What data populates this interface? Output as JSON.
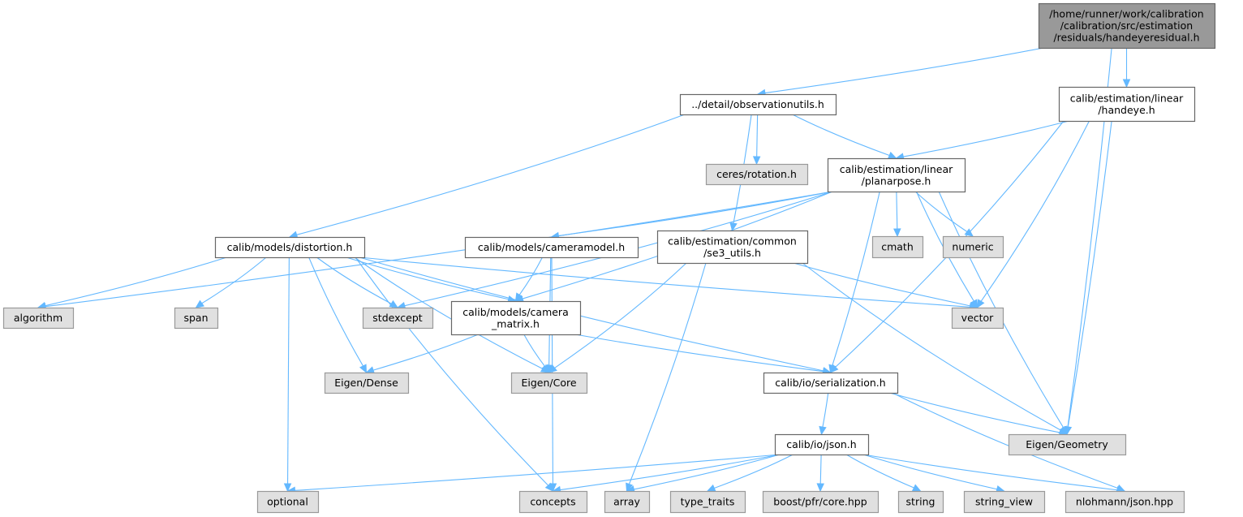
{
  "graph": {
    "nodes": [
      {
        "id": "root",
        "kind": "root",
        "lines": [
          "/home/runner/work/calibration",
          "/calibration/src/estimation",
          "/residuals/handeyeresidual.h"
        ]
      },
      {
        "id": "obs",
        "kind": "plain",
        "lines": [
          "../detail/observationutils.h"
        ]
      },
      {
        "id": "handeye",
        "kind": "plain",
        "lines": [
          "calib/estimation/linear",
          "/handeye.h"
        ]
      },
      {
        "id": "ceres",
        "kind": "sys",
        "lines": [
          "ceres/rotation.h"
        ]
      },
      {
        "id": "planar",
        "kind": "plain",
        "lines": [
          "calib/estimation/linear",
          "/planarpose.h"
        ]
      },
      {
        "id": "distortion",
        "kind": "plain",
        "lines": [
          "calib/models/distortion.h"
        ]
      },
      {
        "id": "cammodel",
        "kind": "plain",
        "lines": [
          "calib/models/cameramodel.h"
        ]
      },
      {
        "id": "se3",
        "kind": "plain",
        "lines": [
          "calib/estimation/common",
          "/se3_utils.h"
        ]
      },
      {
        "id": "cmath",
        "kind": "sys",
        "lines": [
          "cmath"
        ]
      },
      {
        "id": "numeric",
        "kind": "sys",
        "lines": [
          "numeric"
        ]
      },
      {
        "id": "algorithm",
        "kind": "sys",
        "lines": [
          "algorithm"
        ]
      },
      {
        "id": "span",
        "kind": "sys",
        "lines": [
          "span"
        ]
      },
      {
        "id": "stdexcept",
        "kind": "sys",
        "lines": [
          "stdexcept"
        ]
      },
      {
        "id": "cammatrix",
        "kind": "plain",
        "lines": [
          "calib/models/camera",
          "_matrix.h"
        ]
      },
      {
        "id": "vector",
        "kind": "sys",
        "lines": [
          "vector"
        ]
      },
      {
        "id": "dense",
        "kind": "sys",
        "lines": [
          "Eigen/Dense"
        ]
      },
      {
        "id": "core",
        "kind": "sys",
        "lines": [
          "Eigen/Core"
        ]
      },
      {
        "id": "serial",
        "kind": "plain",
        "lines": [
          "calib/io/serialization.h"
        ]
      },
      {
        "id": "geometry",
        "kind": "sys",
        "lines": [
          "Eigen/Geometry"
        ]
      },
      {
        "id": "json",
        "kind": "plain",
        "lines": [
          "calib/io/json.h"
        ]
      },
      {
        "id": "optional",
        "kind": "sys",
        "lines": [
          "optional"
        ]
      },
      {
        "id": "concepts",
        "kind": "sys",
        "lines": [
          "concepts"
        ]
      },
      {
        "id": "array",
        "kind": "sys",
        "lines": [
          "array"
        ]
      },
      {
        "id": "typetraits",
        "kind": "sys",
        "lines": [
          "type_traits"
        ]
      },
      {
        "id": "boost",
        "kind": "sys",
        "lines": [
          "boost/pfr/core.hpp"
        ]
      },
      {
        "id": "string",
        "kind": "sys",
        "lines": [
          "string"
        ]
      },
      {
        "id": "stringview",
        "kind": "sys",
        "lines": [
          "string_view"
        ]
      },
      {
        "id": "nlohmann",
        "kind": "sys",
        "lines": [
          "nlohmann/json.hpp"
        ]
      }
    ],
    "edges": [
      [
        "root",
        "obs"
      ],
      [
        "root",
        "handeye"
      ],
      [
        "root",
        "geometry"
      ],
      [
        "obs",
        "distortion"
      ],
      [
        "obs",
        "se3"
      ],
      [
        "obs",
        "ceres"
      ],
      [
        "obs",
        "planar"
      ],
      [
        "handeye",
        "planar"
      ],
      [
        "handeye",
        "vector"
      ],
      [
        "handeye",
        "serial"
      ],
      [
        "handeye",
        "geometry"
      ],
      [
        "planar",
        "algorithm"
      ],
      [
        "planar",
        "stdexcept"
      ],
      [
        "planar",
        "cammatrix"
      ],
      [
        "planar",
        "cammodel"
      ],
      [
        "planar",
        "cmath"
      ],
      [
        "planar",
        "numeric"
      ],
      [
        "planar",
        "vector"
      ],
      [
        "planar",
        "serial"
      ],
      [
        "planar",
        "geometry"
      ],
      [
        "distortion",
        "optional"
      ],
      [
        "distortion",
        "algorithm"
      ],
      [
        "distortion",
        "concepts"
      ],
      [
        "distortion",
        "span"
      ],
      [
        "distortion",
        "dense"
      ],
      [
        "distortion",
        "core"
      ],
      [
        "distortion",
        "stdexcept"
      ],
      [
        "distortion",
        "cammatrix"
      ],
      [
        "distortion",
        "serial"
      ],
      [
        "distortion",
        "vector"
      ],
      [
        "cammodel",
        "cammatrix"
      ],
      [
        "cammodel",
        "core"
      ],
      [
        "cammodel",
        "concepts"
      ],
      [
        "se3",
        "core"
      ],
      [
        "se3",
        "array"
      ],
      [
        "se3",
        "vector"
      ],
      [
        "se3",
        "geometry"
      ],
      [
        "cammatrix",
        "dense"
      ],
      [
        "cammatrix",
        "core"
      ],
      [
        "cammatrix",
        "serial"
      ],
      [
        "serial",
        "json"
      ],
      [
        "serial",
        "geometry"
      ],
      [
        "serial",
        "nlohmann"
      ],
      [
        "json",
        "optional"
      ],
      [
        "json",
        "concepts"
      ],
      [
        "json",
        "array"
      ],
      [
        "json",
        "typetraits"
      ],
      [
        "json",
        "boost"
      ],
      [
        "json",
        "string"
      ],
      [
        "json",
        "stringview"
      ],
      [
        "json",
        "nlohmann"
      ]
    ],
    "colors": {
      "edge": "#63b8ff",
      "root_fill": "#999999",
      "system_fill": "#e0e0e0"
    }
  }
}
